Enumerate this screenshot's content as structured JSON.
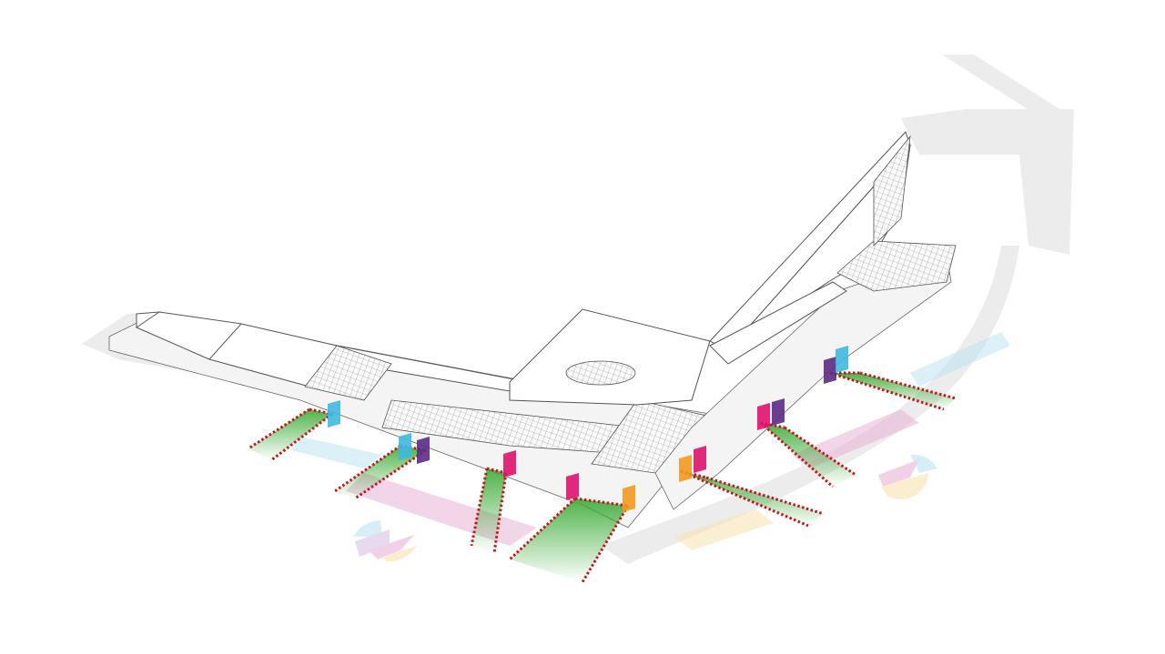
{
  "diagram": {
    "subject": "",
    "colors": {
      "cyan": "#3fb8e0",
      "purple": "#5b2a86",
      "magenta": "#e0126e",
      "orange": "#f39a1e",
      "green_beam": "#3aa935",
      "entry_line": "#c4161c",
      "parking_pink": "#e9b3d6",
      "parking_blue": "#bfe3f2",
      "parking_yellow": "#f7e3b0"
    },
    "entrances": [
      {
        "panels": [
          "cyan"
        ]
      },
      {
        "panels": [
          "cyan",
          "purple"
        ]
      },
      {
        "panels": [
          "magenta"
        ]
      },
      {
        "panels": [
          "magenta",
          "orange"
        ]
      },
      {
        "panels": [
          "orange",
          "magenta"
        ]
      },
      {
        "panels": [
          "magenta",
          "purple"
        ]
      },
      {
        "panels": [
          "purple",
          "cyan"
        ]
      }
    ]
  }
}
